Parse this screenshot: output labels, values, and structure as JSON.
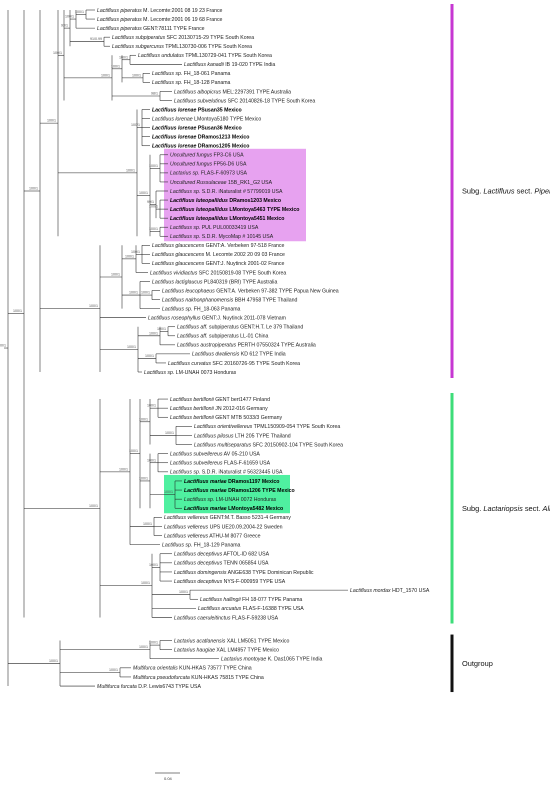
{
  "tips": [
    "Lactifluus piperatus M. Lecomte:2001 08 19 23 France",
    "Lactifluus piperatus M. Lecomte:2001 06 19 68 France",
    "Lactifluus piperatus GENT:78111 TYPE France",
    "Lactifluus subpiperatus SFC 20130715-29 TYPE South Korea",
    "Lactifluus subgercurus TPML130730-006 TYPE South Korea",
    "Lactifluus undulatus TPML130729-041 TYPE South Korea",
    "Lactifluus kanadii IB 19-020 TYPE India",
    "Lactifluus sp. FH_18-061 Panama",
    "Lactifluus sp. FH_18-128 Panama",
    "Lactifluus albopicrus MEL:2297391 TYPE Australia",
    "Lactifluus subvelutinus SFC 20140826-18 TYPE South Korea",
    "Lactifluus lorenae PSusan35 Mexico",
    "Lactifluus lorenae LMontoya5180 TYPE Mexico",
    "Lactifluus lorenae PSusan36 Mexico",
    "Lactifluus lorenae DRamos1213 Mexico",
    "Lactifluus lorenae DRamos1205 Mexico",
    "Uncultured fungus FP3-C6 USA",
    "Uncultured fungus FP56-D6 USA",
    "Lactarius sp. FLAS-F-60973 USA",
    "Uncultured Russulaceae 15B_RK1_G2 USA",
    "Lactifluus sp. S.D.R. iNaturalist # 57799019 USA",
    "Lactifluus luteopallidus DRamos1203 Mexico",
    "Lactifluus luteopallidus LMontoya5463 TYPE Mexico",
    "Lactifluus luteopallidus LMontoya5451 Mexico",
    "Lactifluus sp. PUL PUL00033419 USA",
    "Lactifluus sp. S.D.R. MycoMap # 10145 USA",
    "Lactifluus glaucescens GENT:A. Verbeken 97-518 France",
    "Lactifluus glaucescens M. Lecomte 2002 20 09 03 France",
    "Lactifluus glaucescens GENT:J. Nuytinck 2001-02 France",
    "Lactifluus vividiactus SFC 20150819-08 TYPE South Korea",
    "Lactifluus lactiglaucus PL840319 (BRI) TYPE Australia",
    "Lactifluus leucophaeus GENT:A. Verbeken 97-382 TYPE Papua New Guinea",
    "Lactifluus nakhonphanomensis BBH 47958 TYPE Thailand",
    "Lactifluus sp. FH_18-063 Panama",
    "Lactifluus roseophyllus GENT:J. Nuytinck 2011-078 Vietnam",
    "Lactifluus aff. subpiperatus GENT:H.T. Le 379 Thailand",
    "Lactifluus aff. subpiperatus LL-01 China",
    "Lactifluus austropiperatus PERTH 07550324 TYPE Australia",
    "Lactifluus dwaliensis KD 612 TYPE India",
    "Lactifluus curvatus SFC 20160726-95 TYPE South Korea",
    "Lactifluus sp. LM-UNAH 0073 Honduras",
    "Lactifluus bertillonii GENT bert1477 Finland",
    "Lactifluus bertillonii JN 2012-016 Germany",
    "Lactifluus bertillonii GENT MTB 5033/3 Germany",
    "Lactifluus orientivellereus TPML150909-054 TYPE South Korea",
    "Lactifluus pilosus LTH 205 TYPE Thailand",
    "Lactifluus multiseparatus SFC 20150902-104 TYPE South Korea",
    "Lactifluus subvellereus AV 05-210 USA",
    "Lactifluus subvellereus FLAS-F-61659 USA",
    "Lactifluus sp. S.D.R. iNaturalist # 56323445 USA",
    "Lactifluus mariae DRamos1197 Mexico",
    "Lactifluus mariae DRamos1206 TYPE Mexico",
    "Lactifluus sp. LM-UNAH 0072 Honduras",
    "Lactifluus mariae LMontoya5482 Mexico",
    "Lactifluus vellereus GENT:M.T. Basso 5231-4 Germany",
    "Lactifluus vellereus UPS UE20.09.2004-22 Sweden",
    "Lactifluus vellereus ATHU-M 8077 Greece",
    "Lactifluus sp. FH_18-129 Panama",
    "Lactifluus deceptivus AFTOL-ID 682 USA",
    "Lactifluus deceptivus TENN 065854 USA",
    "Lactifluus domingensis ANGE638 TYPE Dominican Republic",
    "Lactifluus deceptivus NYS-F-000959 TYPE USA",
    "Lactifluus mordax HDT_1570 USA",
    "Lactifluus hallingii FH 18-077 TYPE Panama",
    "Lactifluus arcuatus FLAS-F-16388 TYPE USA",
    "Lactifluus caeruleitinctus FLAS-F-59238 USA",
    "Lactarius acatlanensis XAL LM5051 TYPE Mexico",
    "Lactarius haugiae XAL LM4957 TYPE Mexico",
    "Lactarius montoyae K. Das1065 TYPE India",
    "Multifurca orientalis KUN-HKAS 73577 TYPE China",
    "Multifurca pseudofurcata KUN-HKAS 75815 TYPE China",
    "Multifurca furcata D.P. Lewis6743 TYPE USA"
  ],
  "bold_tips": [
    11,
    13,
    14,
    15,
    21,
    22,
    23,
    50,
    51,
    53
  ],
  "support_values": [
    "100/1",
    "100/1",
    "91/0.99",
    "93/1",
    "100/1",
    "100/1",
    "100/1",
    "98/1",
    "100/1",
    "100/1",
    "100/1",
    "100/1",
    "100/1",
    "99/1",
    "100/1",
    "100/1",
    "100/1",
    "100/1",
    "100/1",
    "100/1",
    "86/1",
    "100/1",
    "100/1",
    "100/1",
    "96/1",
    "100/1",
    "100/1",
    "100/1",
    "100/1",
    "100/1",
    "100/1",
    "100/1",
    "100/1",
    "100/1",
    "100/1",
    "100/1",
    "100/1",
    "100/1",
    "100/1",
    "100/1",
    "100/1",
    "100/1",
    "100/1",
    "100/1",
    "100/1",
    "100/1",
    "100/1",
    "100/1",
    "100/1",
    "100/1",
    "100/1",
    "100/1",
    "100/1",
    "100/1",
    "100/1",
    "100/1"
  ],
  "groups": [
    {
      "prefix": "Subg. ",
      "italic": "Lactifluus",
      "suffix": " sect. ",
      "italic2": "Piperati",
      "color": "#c637d2",
      "from_tip": 0,
      "to_tip": 40
    },
    {
      "prefix": "Subg. ",
      "italic": "Lactariopsis",
      "suffix": " sect. ",
      "italic2": "Albati",
      "color": "#3ddd79",
      "from_tip": 41,
      "to_tip": 65
    },
    {
      "prefix": "",
      "italic": "",
      "suffix": "Outgroup",
      "italic2": "",
      "color": "#111111",
      "from_tip": 66,
      "to_tip": 71
    }
  ],
  "highlight_boxes": [
    {
      "color": "#e7a2f0",
      "from_tip": 16,
      "to_tip": 25
    },
    {
      "color": "#4ff0a0",
      "from_tip": 50,
      "to_tip": 53
    }
  ],
  "scale_label": "0.04"
}
